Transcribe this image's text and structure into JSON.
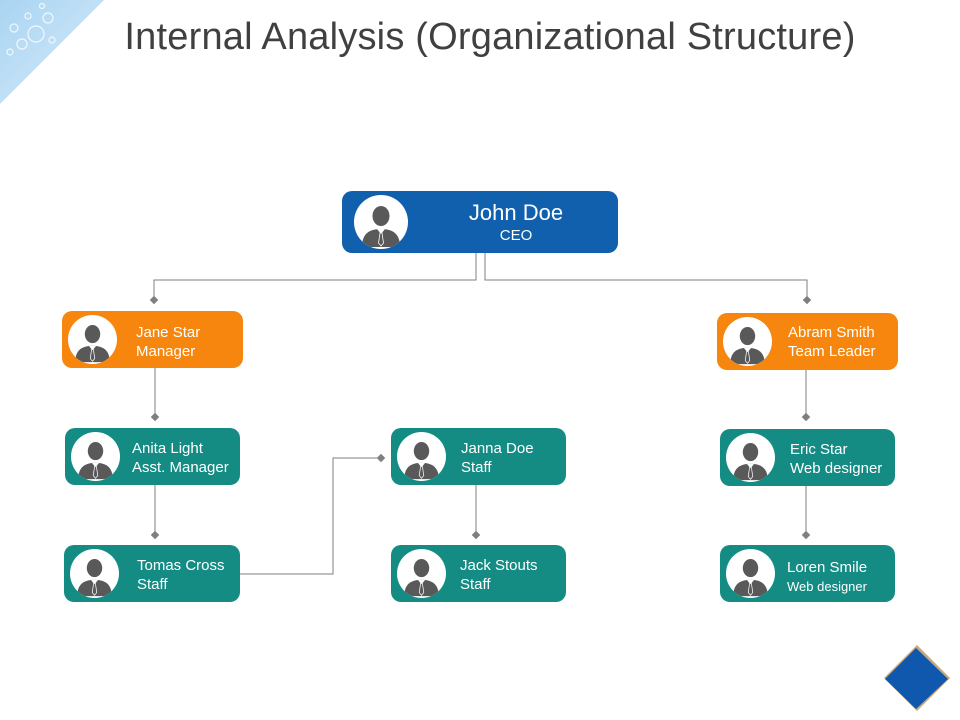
{
  "title": "Internal Analysis (Organizational Structure)",
  "colors": {
    "ceo": "#1060ae",
    "manager": "#f6860d",
    "staff": "#148c84",
    "connector": "#7f7f7f",
    "title": "#404040"
  },
  "org": {
    "ceo": {
      "name": "John Doe",
      "role": "CEO"
    },
    "jane": {
      "name": "Jane Star",
      "role": "Manager"
    },
    "abram": {
      "name": "Abram Smith",
      "role": "Team Leader"
    },
    "anita": {
      "name": "Anita Light",
      "role": "Asst. Manager"
    },
    "janna": {
      "name": "Janna Doe",
      "role": "Staff"
    },
    "eric": {
      "name": "Eric Star",
      "role": "Web designer"
    },
    "tomas": {
      "name": "Tomas Cross",
      "role": "Staff"
    },
    "jack": {
      "name": "Jack Stouts",
      "role": "Staff"
    },
    "loren": {
      "name": "Loren Smile",
      "role": "Web designer"
    }
  },
  "icons": {
    "avatar": "person-silhouette-icon",
    "corner": "bubbles-corner-decoration",
    "nav": "diamond-nav-icon"
  }
}
